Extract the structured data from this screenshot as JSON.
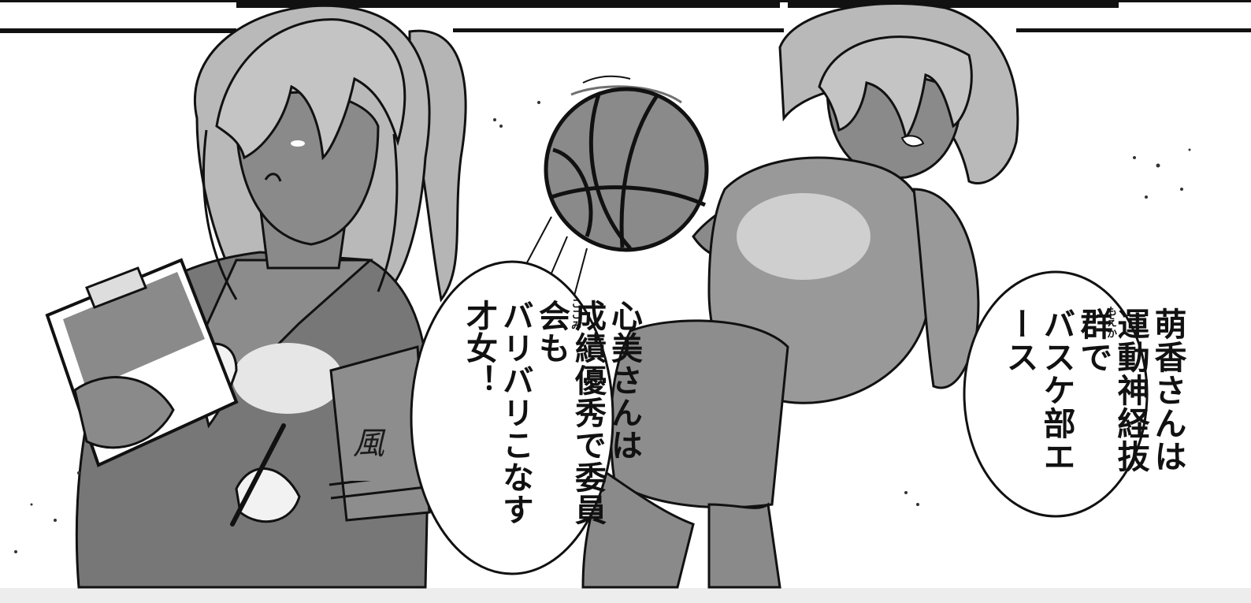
{
  "bubbles": {
    "kokomi": {
      "lines": [
        "心美さんは",
        "成績優秀で委員会も",
        "バリバリこなす才女！"
      ],
      "ruby": "ここみ"
    },
    "moeka": {
      "lines": [
        "萌香さんは",
        "運動神経抜群で",
        "バスケ部エース"
      ],
      "ruby": "もえか"
    }
  },
  "armband": {
    "text": "風"
  },
  "colors": {
    "ink": "#111111",
    "skin_tone": "#8a8a8a",
    "hair": "#b9b9b9",
    "paper": "#ffffff"
  }
}
